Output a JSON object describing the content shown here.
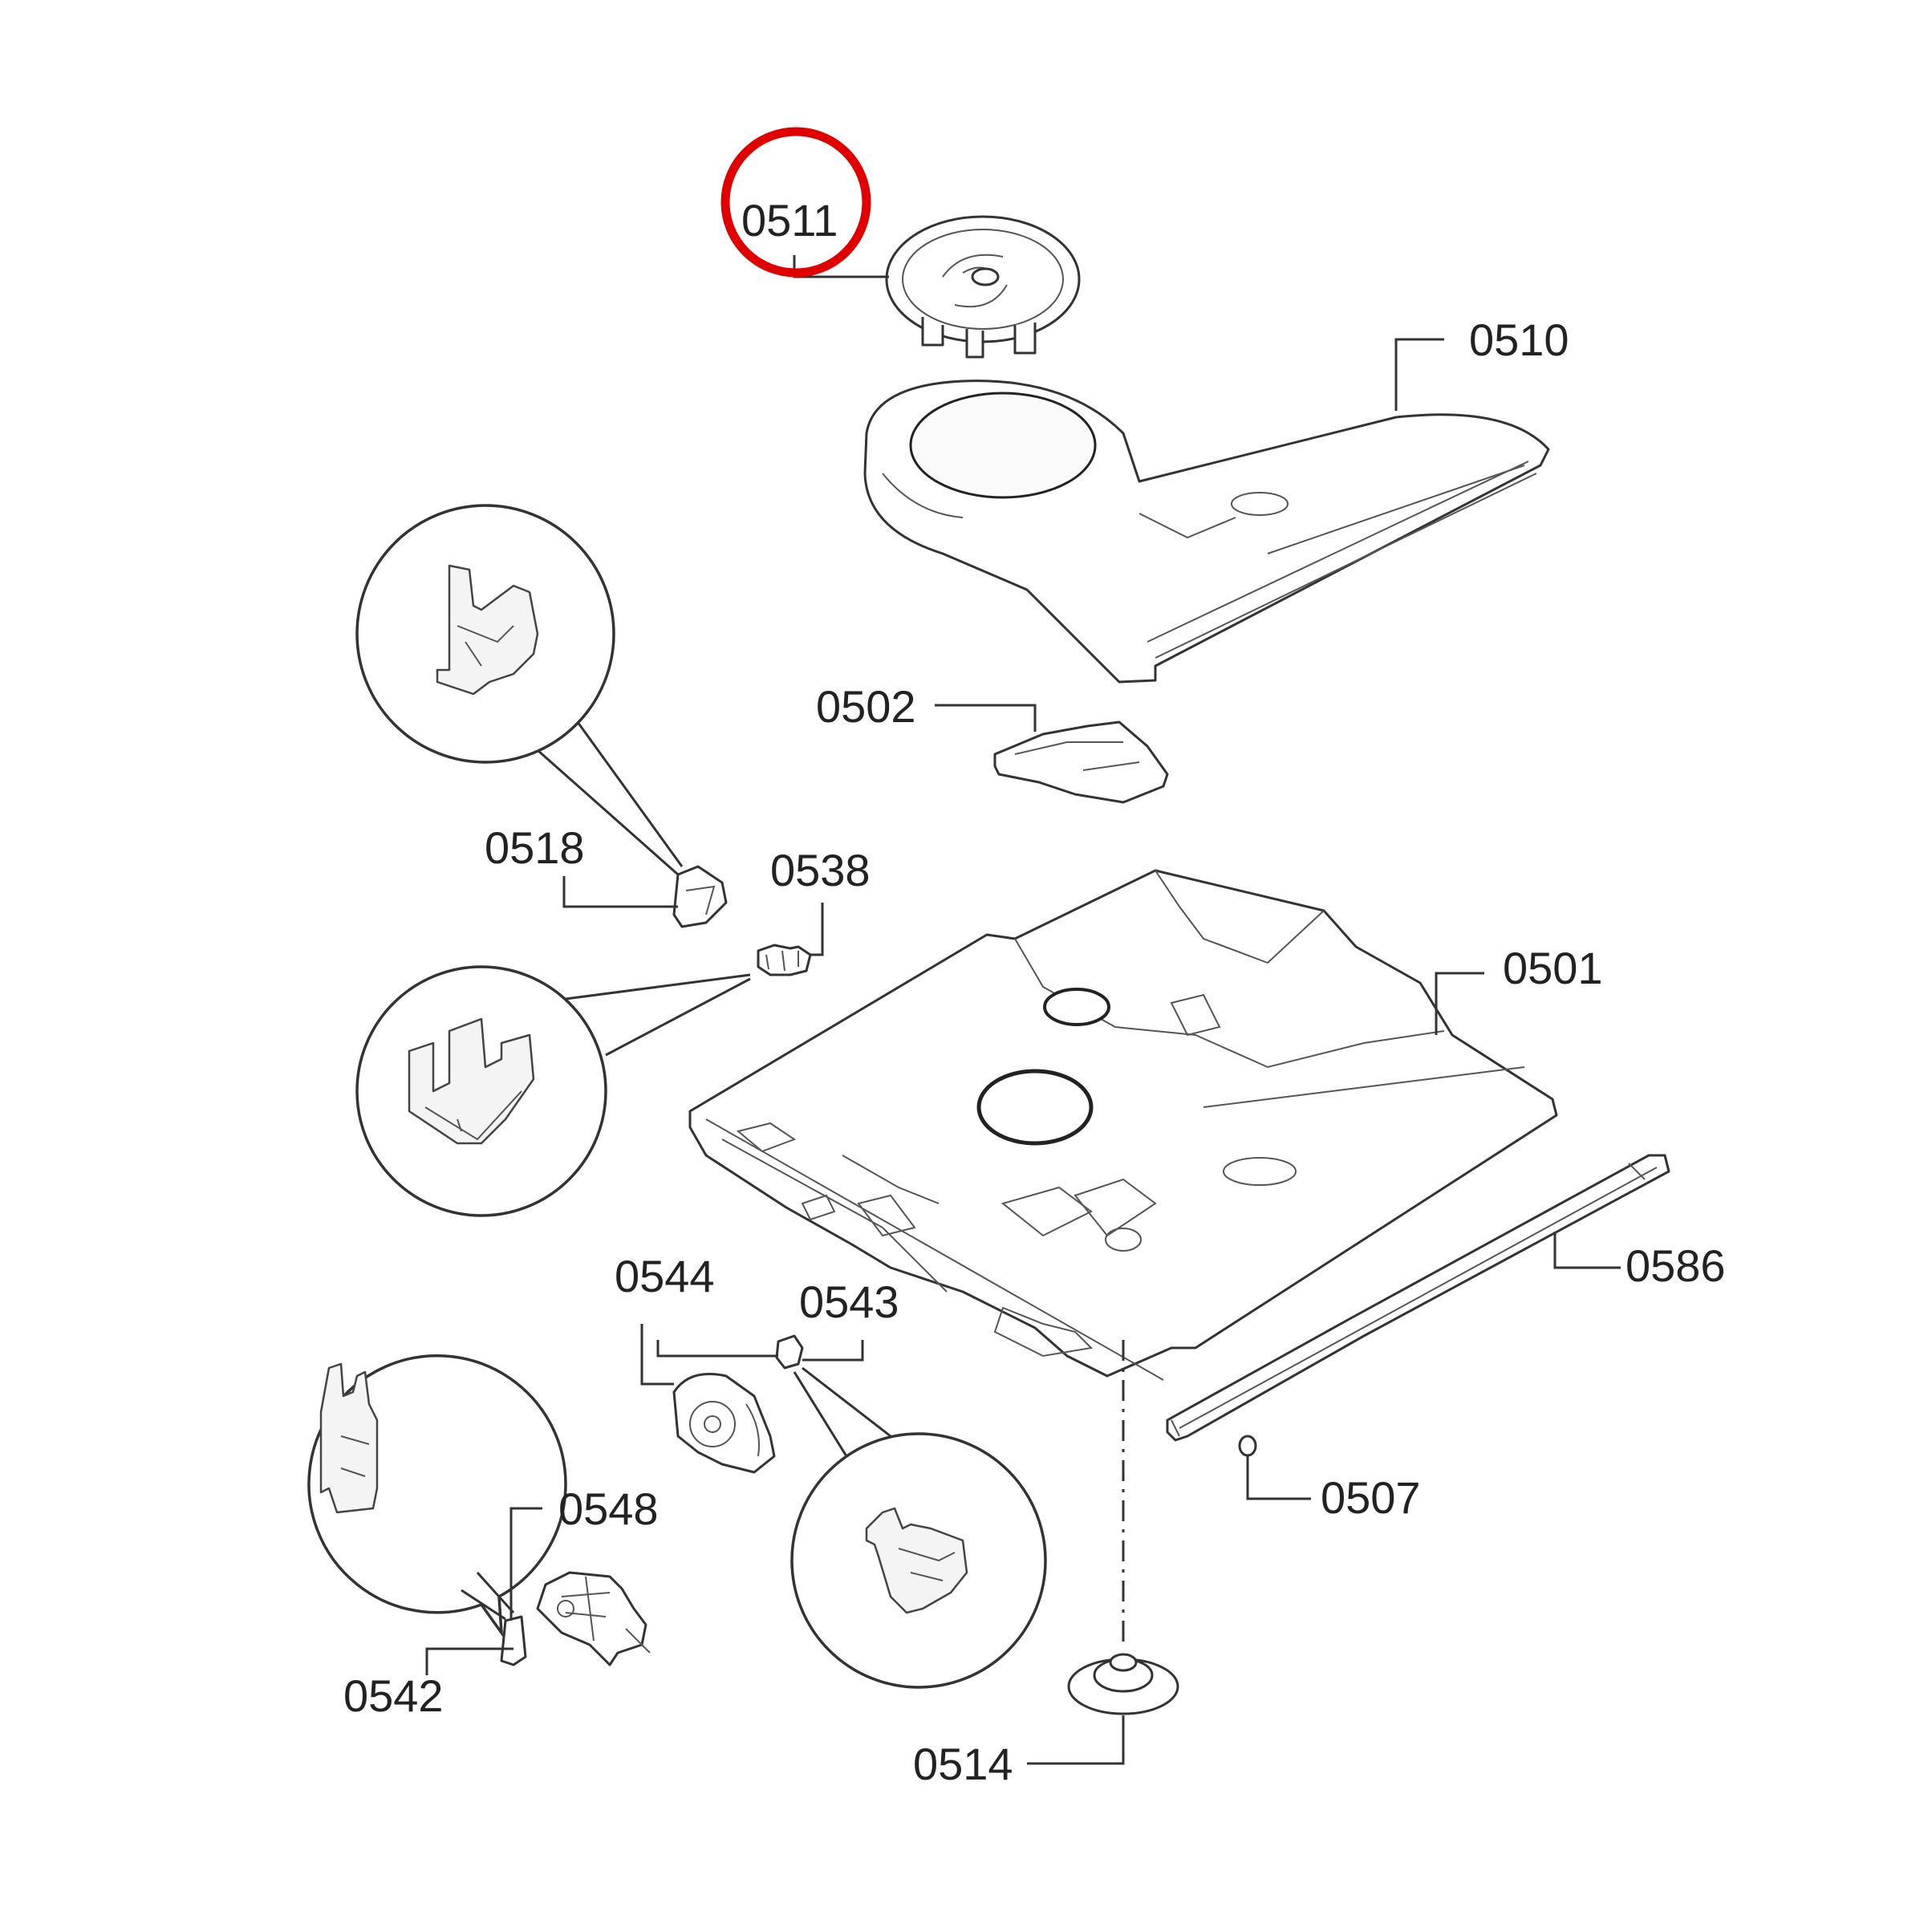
{
  "diagram": {
    "labels": {
      "p0511": "0511",
      "p0510": "0510",
      "p0502": "0502",
      "p0518": "0518",
      "p0538": "0538",
      "p0501": "0501",
      "p0586": "0586",
      "p0544": "0544",
      "p0543": "0543",
      "p0507": "0507",
      "p0548": "0548",
      "p0542": "0542",
      "p0514": "0514"
    },
    "highlighted_part": "0511",
    "highlight_color": "#e00000"
  }
}
